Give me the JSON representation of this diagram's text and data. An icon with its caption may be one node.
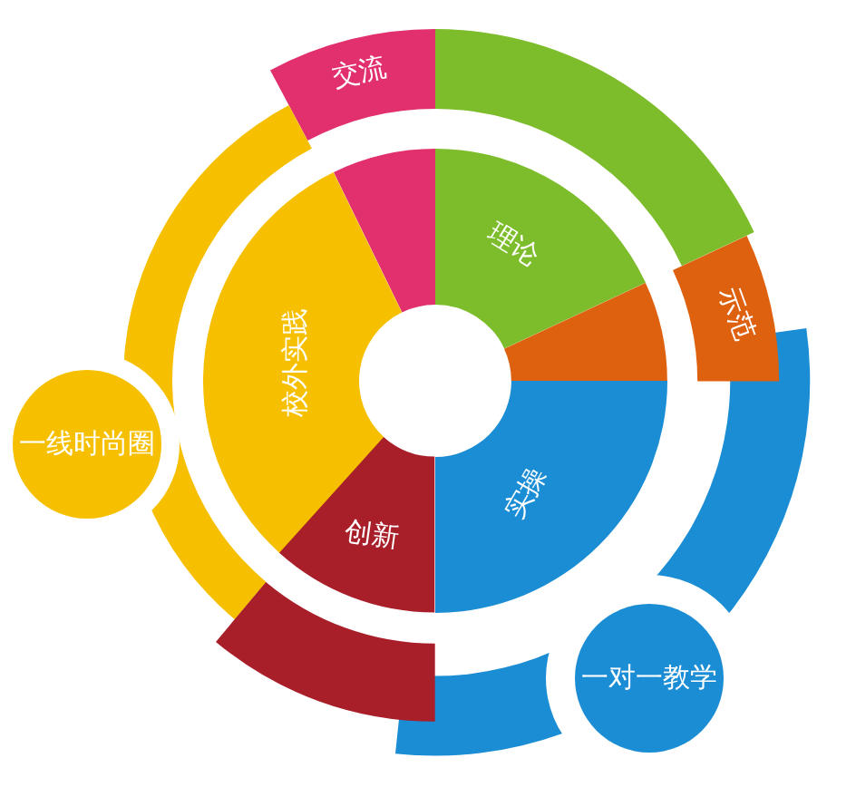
{
  "diagram": {
    "nodes": [
      {
        "text": [
          "交流"
        ]
      },
      {
        "text": [],
        "shape": "band"
      },
      {
        "text": [],
        "shape": "wedge"
      },
      {
        "text": [
          "理论"
        ]
      },
      {
        "text": [
          "示范"
        ]
      },
      {
        "text": [],
        "shape": "wedge"
      },
      {
        "text": [
          "校外实践"
        ]
      },
      {
        "text": [],
        "shape": "band"
      },
      {
        "text": [
          "一线时尚圈"
        ]
      },
      {
        "text": [
          "实操"
        ]
      },
      {
        "text": [],
        "shape": "band"
      },
      {
        "text": [
          "创新"
        ]
      },
      {
        "text": [],
        "shape": "band"
      },
      {
        "text": [
          "一对一教学"
        ]
      }
    ]
  }
}
